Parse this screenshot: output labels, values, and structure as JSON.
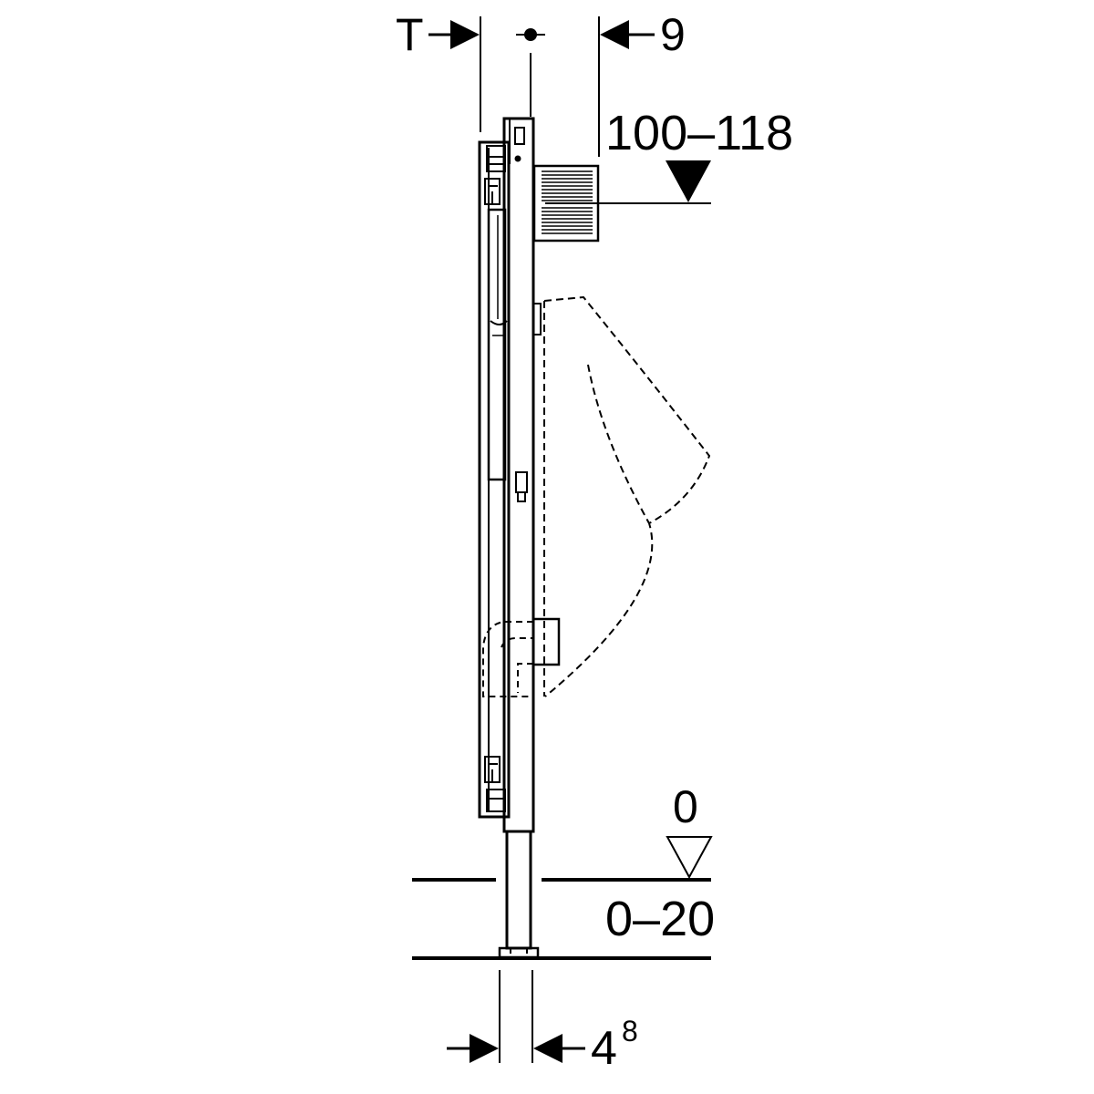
{
  "labels": {
    "wall_thickness": "T",
    "front_offset": "9",
    "inlet_height": "100–118",
    "floor_level": "0",
    "floor_range": "0–20",
    "leg_width_main": "4",
    "leg_width_sup": "8"
  },
  "colors": {
    "line": "#000000",
    "background": "#ffffff"
  }
}
